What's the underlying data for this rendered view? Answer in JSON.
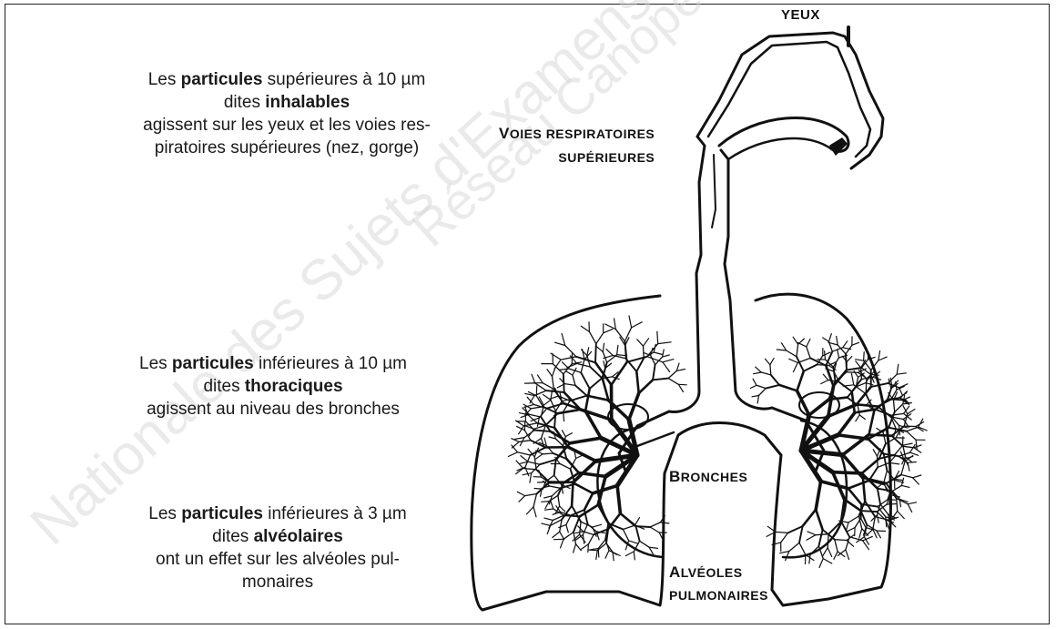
{
  "notes": {
    "inhalable": {
      "l1_pre": "Les ",
      "l1_bold": "particules",
      "l1_post": " supérieures à 10 µm",
      "l2_pre": "dites ",
      "l2_bold": "inhalables",
      "l3": "agissent sur les yeux et les voies res-",
      "l4": "piratoires supérieures (nez, gorge)"
    },
    "thoracic": {
      "l1_pre": "Les ",
      "l1_bold": "particules",
      "l1_post": " inférieures à 10 µm",
      "l2_pre": "dites ",
      "l2_bold": "thoraciques",
      "l3": "agissent au niveau des bronches"
    },
    "alveolar": {
      "l1_pre": "Les ",
      "l1_bold": "particules",
      "l1_post": " inférieures à 3 µm",
      "l2_pre": "dites ",
      "l2_bold": "alvéolaires",
      "l3": "ont un effet sur les alvéoles pul-",
      "l4": "monaires"
    }
  },
  "labels": {
    "eyes": "Yeux",
    "upper_airways_1_cap": "V",
    "upper_airways_1_rest": "oies respiratoires",
    "upper_airways_2": "supérieures",
    "bronchi_cap": "B",
    "bronchi_rest": "ronches",
    "alveoli_1_cap": "A",
    "alveoli_1_rest": "lvéoles",
    "alveoli_2": "pulmonaires"
  },
  "watermark": {
    "line1": "Nationale des Sujets d'Examens",
    "line2": "Réseau Canopé"
  }
}
